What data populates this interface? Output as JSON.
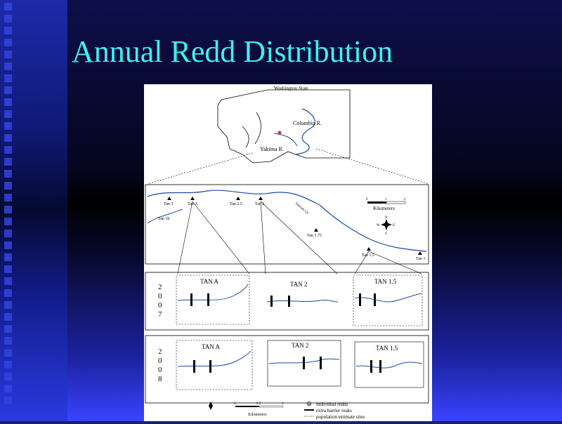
{
  "slide": {
    "title": "Annual Redd Distribution"
  },
  "figure": {
    "state_label": "Washington State",
    "river_columbia": "Columbia R.",
    "river_yakima": "Yakima R.",
    "scale_ticks": [
      "0",
      "1",
      "2"
    ],
    "scale_unit": "Kilometers",
    "compass": [
      "N",
      "E",
      "S",
      "W"
    ],
    "sites": [
      "Tan 3",
      "Tan A",
      "Tan 2.5",
      "Tan 2",
      "Tan 1b",
      "Tan 1.75",
      "Tan 1.5",
      "Tan 1"
    ],
    "river_small_label": "Taneum Ck",
    "panels_2007": {
      "year_digits": [
        "2",
        "0",
        "0",
        "7"
      ],
      "labels": [
        "TAN A",
        "TAN 2",
        "TAN 1.5"
      ]
    },
    "panels_2008": {
      "year_digits": [
        "2",
        "0",
        "0",
        "8"
      ],
      "labels": [
        "TAN A",
        "TAN 2",
        "TAN 1.5"
      ]
    },
    "legend": {
      "items": [
        "individual redds",
        "extra barrier reaks",
        "population estimate sites"
      ],
      "scale_ticks": [
        "0",
        "0.5",
        "1"
      ],
      "scale_unit": "Kilometers"
    }
  }
}
